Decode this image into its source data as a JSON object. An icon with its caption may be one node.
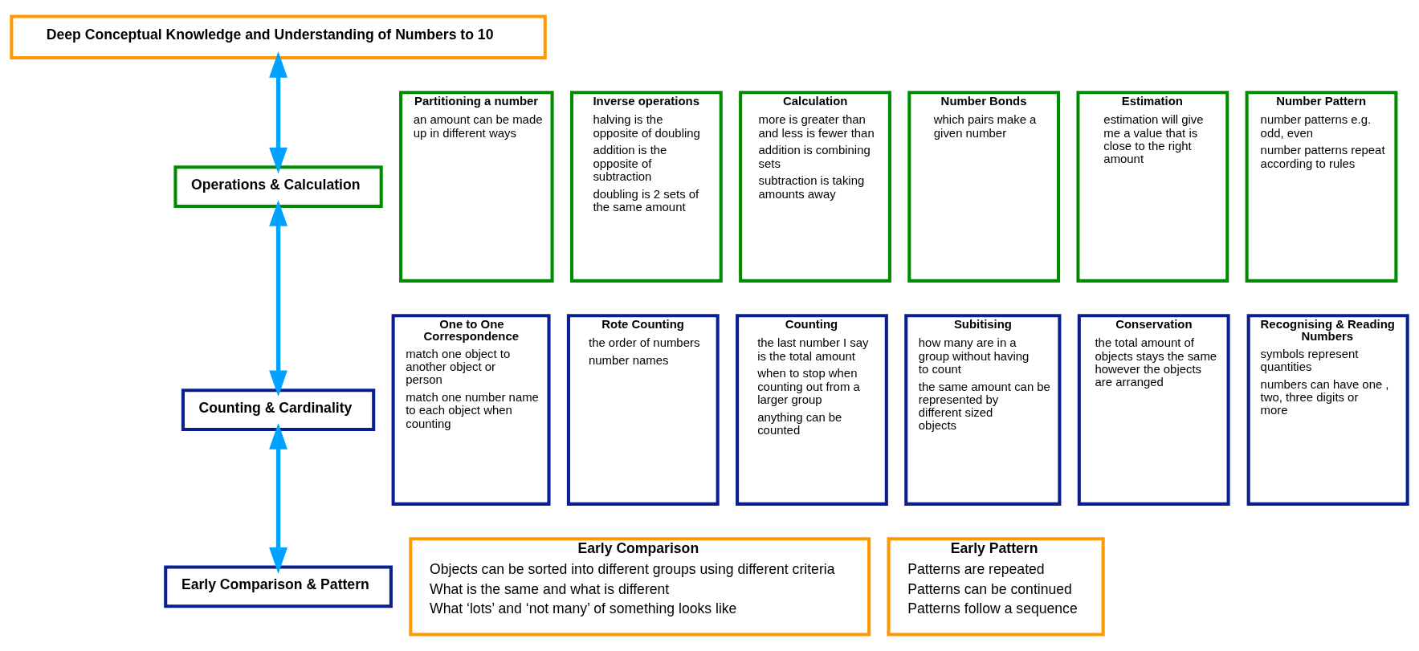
{
  "diagram": {
    "nodes": [
      {
        "text": [
          "Deep Conceptual Knowledge and Understanding of Numbers to 10"
        ]
      },
      {
        "text": [
          "Operations & Calculation"
        ]
      },
      {
        "text": [
          "Partitioning a number",
          "an amount can be made up in different ways"
        ]
      },
      {
        "text": [
          "Inverse operations",
          "halving is the opposite of doubling",
          "addition is the opposite of subtraction",
          "doubling is 2 sets of the same amount"
        ]
      },
      {
        "text": [
          "Calculation",
          "more is greater than and less is fewer than",
          "addition is combining sets",
          "subtraction is taking amounts away"
        ]
      },
      {
        "text": [
          "Number Bonds",
          "which pairs make a given number"
        ]
      },
      {
        "text": [
          "Estimation",
          "estimation will give me a value that is close to the right amount"
        ]
      },
      {
        "text": [
          "Number Pattern",
          "number patterns e.g. odd, even",
          "number patterns repeat according to rules"
        ]
      },
      {
        "text": [
          "Counting & Cardinality"
        ]
      },
      {
        "text": [
          "One to One Correspondence",
          "match one object to another object or person",
          "match one number name to each object when counting"
        ]
      },
      {
        "text": [
          "Rote Counting",
          "the order of numbers",
          "number names"
        ]
      },
      {
        "text": [
          "Counting",
          "the last number I say is the total amount",
          "when to stop when counting out from a larger group",
          "anything can be counted"
        ]
      },
      {
        "text": [
          "Subitising",
          "how many are in a group without having to count",
          "the same amount can be represented by different sized objects"
        ]
      },
      {
        "text": [
          "Conservation",
          "the total amount of objects stays the same however the objects are arranged"
        ]
      },
      {
        "text": [
          "Recognising & Reading Numbers",
          "symbols represent quantities",
          "numbers can have one , two, three digits or more"
        ]
      },
      {
        "text": [
          "Early Comparison & Pattern"
        ]
      },
      {
        "text": [
          "Early Comparison",
          "Objects can be sorted into different groups using different criteria",
          "What is the same and what is different",
          "What ‘lots’ and ‘not many’ of something looks like"
        ]
      },
      {
        "text": [
          "Early Pattern",
          "Patterns are repeated",
          "Patterns can be continued",
          "Patterns follow a sequence"
        ]
      }
    ],
    "edges": [
      {
        "from": 0,
        "to": 1,
        "arrow": "both"
      },
      {
        "from": 1,
        "to": 8,
        "arrow": "both"
      },
      {
        "from": 8,
        "to": 15,
        "arrow": "both"
      }
    ]
  }
}
